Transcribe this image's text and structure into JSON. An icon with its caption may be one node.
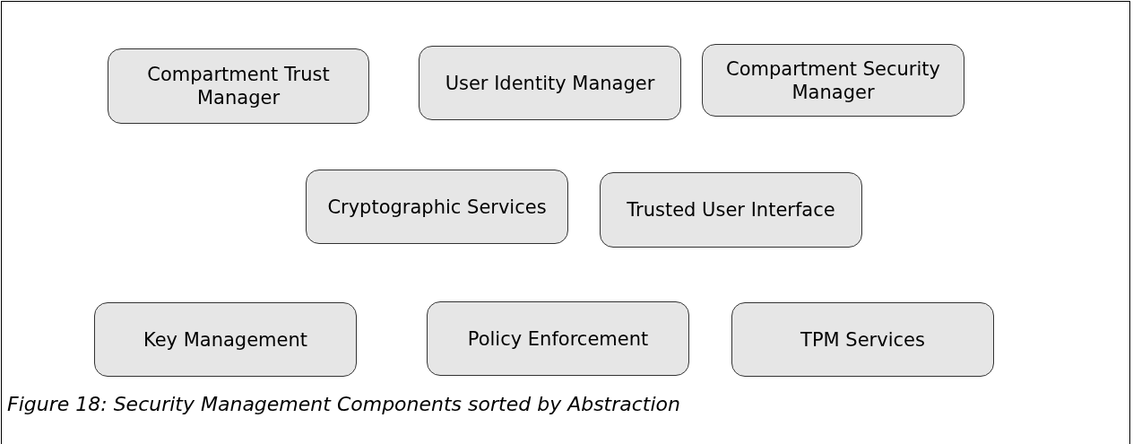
{
  "diagram": {
    "caption": "Figure 18: Security Management Components sorted by Abstraction",
    "nodes": [
      {
        "text": [
          "Compartment Trust Manager"
        ]
      },
      {
        "text": [
          "User Identity Manager"
        ]
      },
      {
        "text": [
          "Compartment Security Manager"
        ]
      },
      {
        "text": [
          "Cryptographic Services"
        ]
      },
      {
        "text": [
          "Trusted User Interface"
        ]
      },
      {
        "text": [
          "Key Management"
        ]
      },
      {
        "text": [
          "Policy Enforcement"
        ]
      },
      {
        "text": [
          "TPM Services"
        ]
      }
    ]
  }
}
